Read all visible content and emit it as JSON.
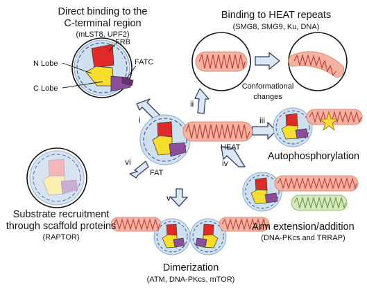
{
  "texts": {
    "c_terminal_title_1": "Direct binding to the",
    "c_terminal_title_2": "C-terminal region",
    "c_terminal_sub": "(mLST8, UPF2)",
    "frb": "FRB",
    "n_lobe": "N Lobe",
    "fatc": "FATC",
    "c_lobe": "C Lobe",
    "heat_binding_title": "Binding to HEAT repeats",
    "heat_binding_sub": "(SMG8, SMG9, Ku, DNA)",
    "conf_1": "Conformational",
    "conf_2": "changes",
    "numeral_i": "i",
    "numeral_ii": "ii",
    "numeral_iii": "iii",
    "numeral_iv": "iv",
    "numeral_v": "v",
    "numeral_vi": "vi",
    "heat_label": "HEAT",
    "fat_label": "FAT",
    "autophos": "Autophosphorylation",
    "substrate_1": "Substrate recruitment",
    "substrate_2": "through scaffold  proteins",
    "substrate_sub": "(RAPTOR)",
    "arm_title": "Arm extension/addition",
    "arm_sub": "(DNA-PKcs and TRRAP)",
    "dimer_title": "Dimerization",
    "dimer_sub": "(ATM, DNA-PKcs, mTOR)"
  },
  "colors": {
    "fat_fill": "#cfe0ef",
    "fat_stroke": "#8aa9c6",
    "helix": "#3a4f9e",
    "heat_fill": "#f3b3a2",
    "heat_stroke": "#e08a74",
    "heat_helix": "#c2332b",
    "frb": "#e02a26",
    "n_lobe": "#f7dd2e",
    "c_lobe": "#8a4e9a",
    "arrow_fill": "#dbe8f4",
    "arrow_stroke": "#2a3e62",
    "green_arm": "#d6ebbd",
    "star": "#ffd93a"
  }
}
